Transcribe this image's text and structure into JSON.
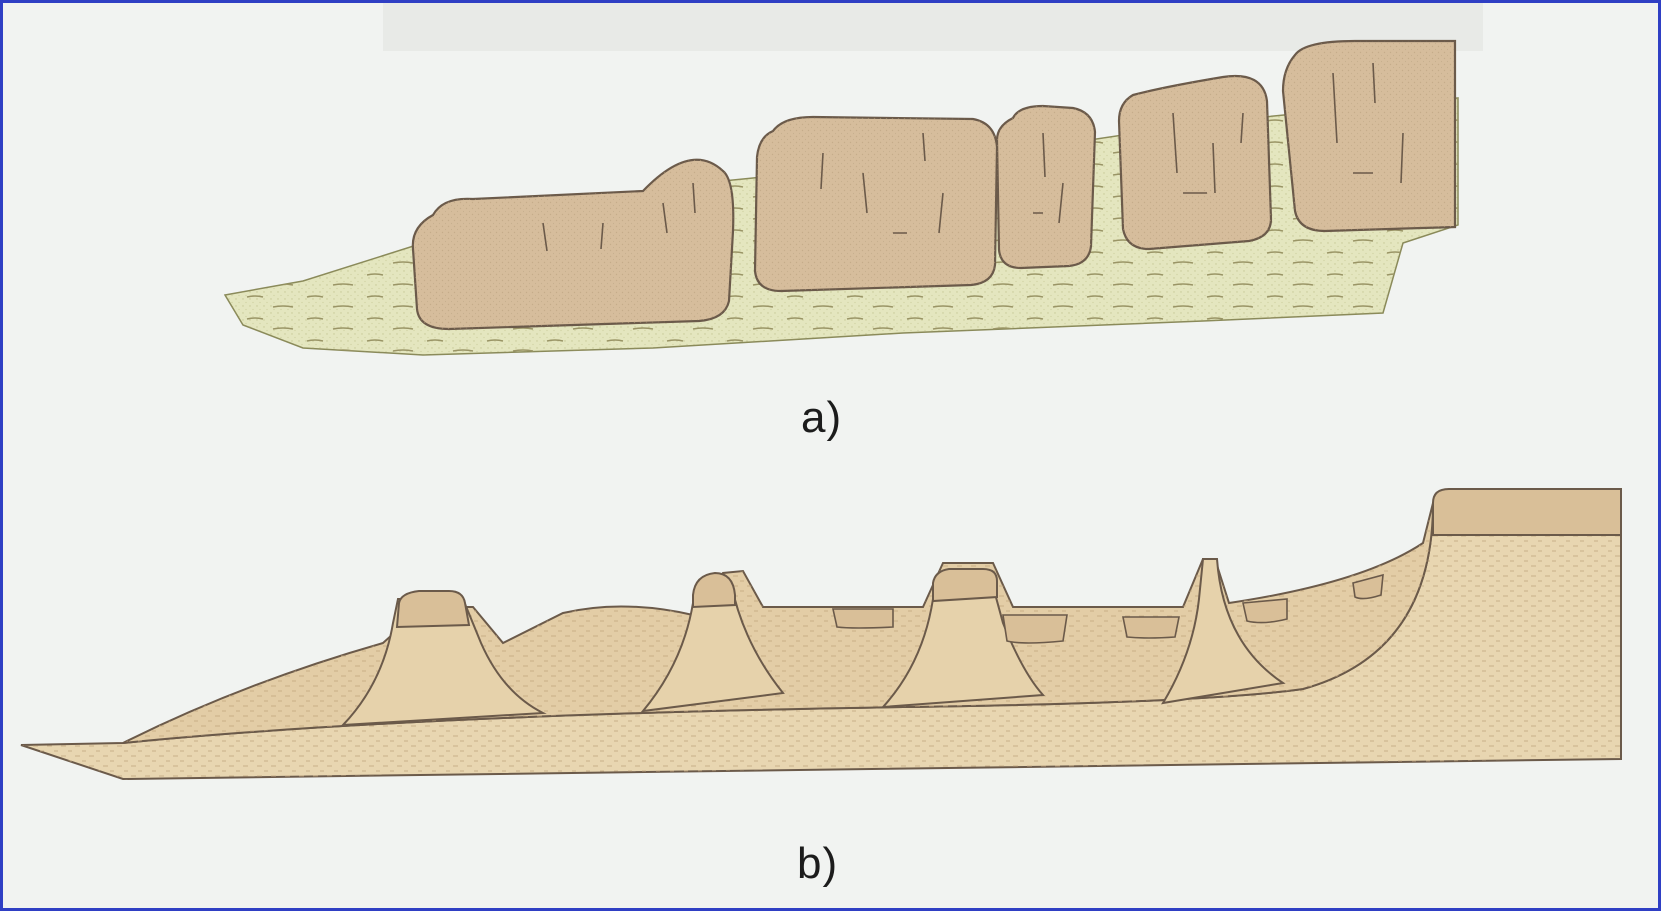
{
  "figure": {
    "panels": [
      {
        "id": "a",
        "label": "a)"
      },
      {
        "id": "b",
        "label": "b)"
      }
    ],
    "colors": {
      "frame_border": "#2f3fc4",
      "background": "#f1f3f1",
      "soft_layer": "#e4e6bf",
      "resistant_rock": "#d6bd9c",
      "sandstone_body": "#e8d6b1",
      "caprock": "#d9bf98",
      "outline": "#6b5a4a"
    }
  }
}
